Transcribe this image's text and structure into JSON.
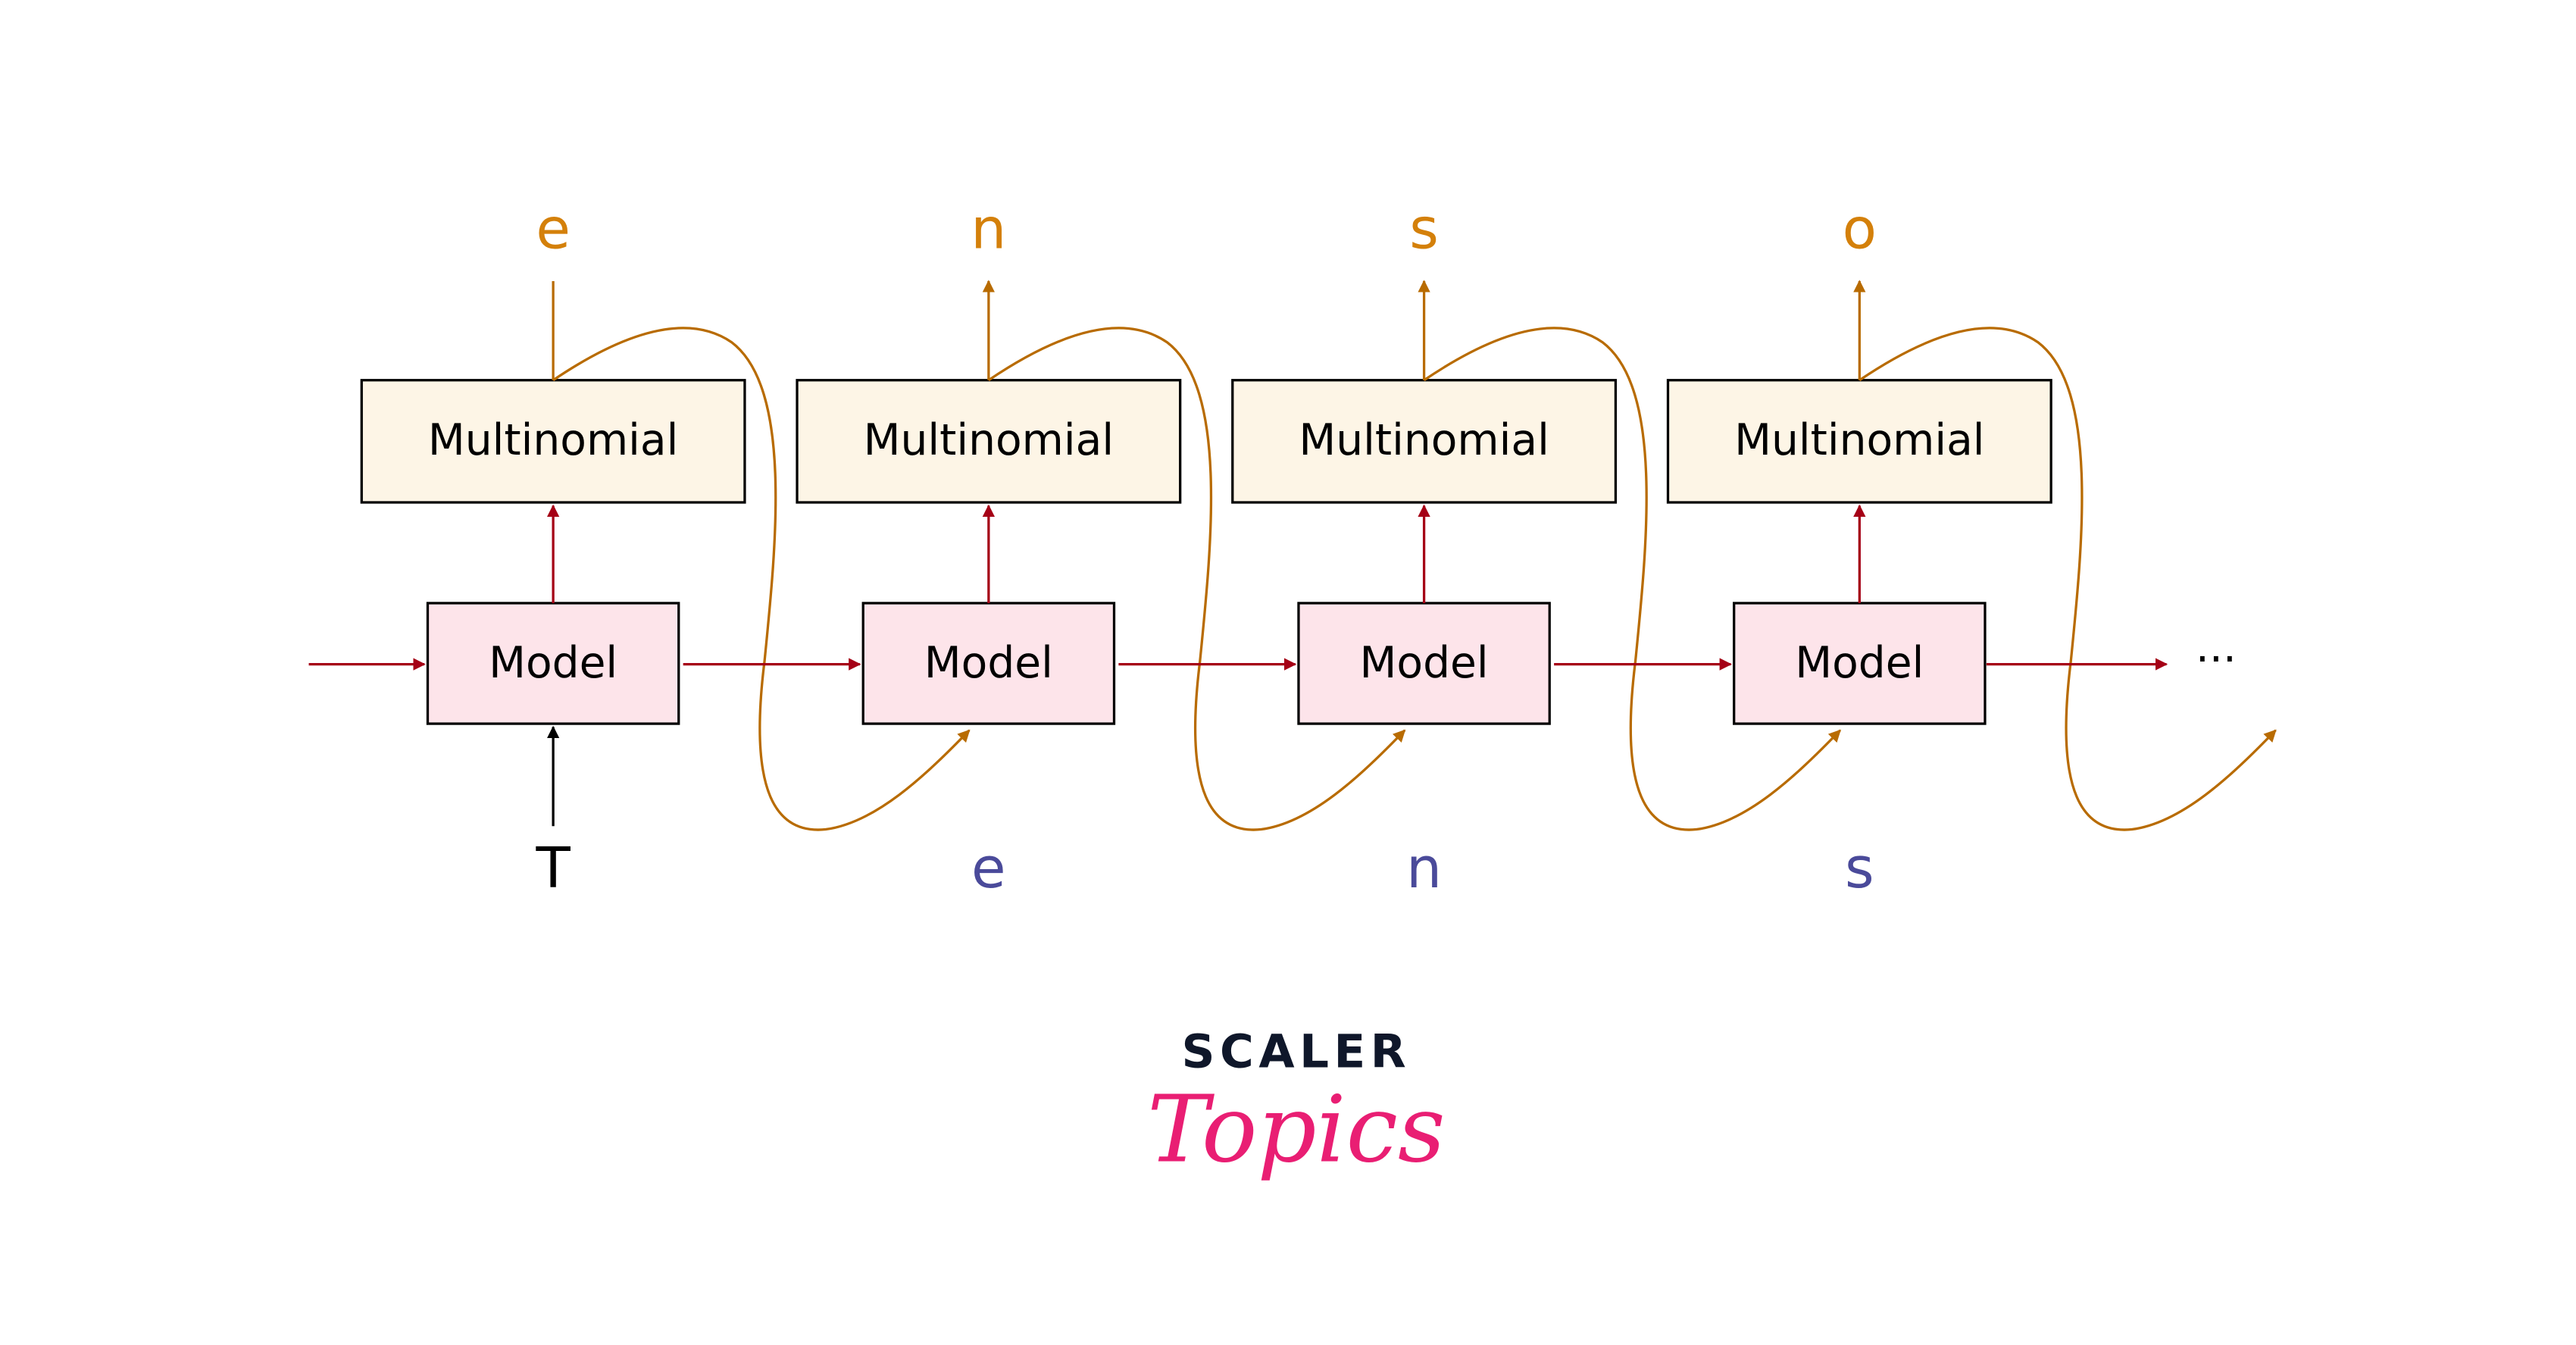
{
  "diagram": {
    "input_token": "T",
    "model_label": "Model",
    "sampler_label": "Multinomial",
    "outputs": [
      "e",
      "n",
      "s",
      "o"
    ],
    "fed_back_inputs": [
      "e",
      "n",
      "s"
    ],
    "continuation": "···",
    "colors": {
      "model_fill": "#fde4ea",
      "sampler_fill": "#fdf5e6",
      "red_arrow": "#a50016",
      "orange_arrow": "#b86b00",
      "output_text": "#d4800a",
      "fed_back_text": "#4a4a9a",
      "input_text": "#000000"
    }
  },
  "logo": {
    "line1": "SCALER",
    "line2": "Topics",
    "color1": "#0f172a",
    "color2": "#e91e73"
  }
}
